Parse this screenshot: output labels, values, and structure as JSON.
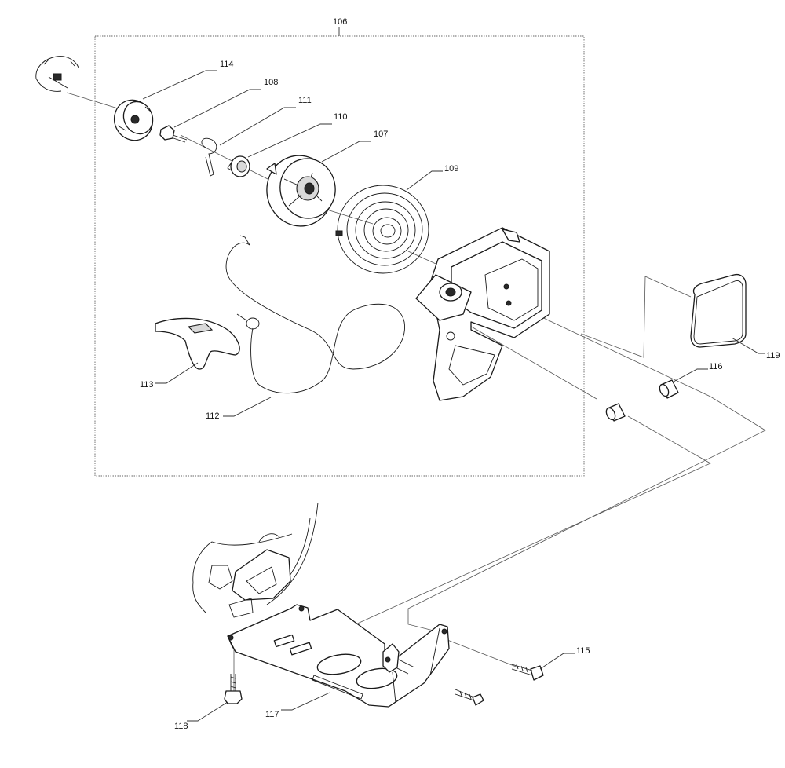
{
  "labels": {
    "p106": "106",
    "p107": "107",
    "p108": "108",
    "p109": "109",
    "p110": "110",
    "p111": "111",
    "p112": "112",
    "p113": "113",
    "p114": "114",
    "p115": "115",
    "p116": "116",
    "p117": "117",
    "p118": "118",
    "p119": "119"
  }
}
